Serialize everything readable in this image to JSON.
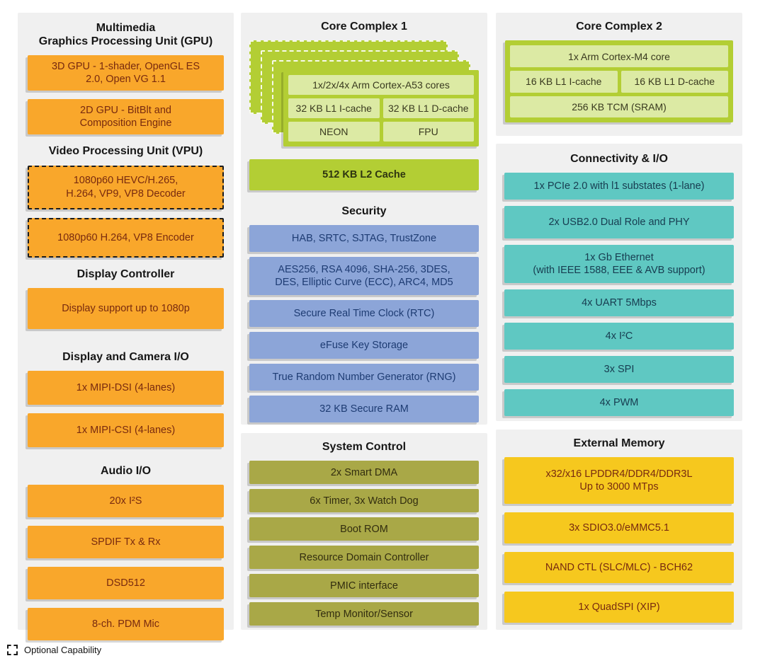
{
  "colors": {
    "orange": "#F9A72B",
    "yellow": "#F6C81E",
    "blue": "#8CA5D8",
    "teal": "#5FC8C2",
    "olive": "#A9A847",
    "chartreuse": "#B3CE34",
    "chartreuse_light": "#DCEAA4",
    "panel_bg": "#F0F0F0",
    "orange_text": "#782A0F",
    "blue_text": "#1E3C73",
    "teal_text": "#173C50"
  },
  "left": {
    "gpu_title": "Multimedia\nGraphics Processing Unit (GPU)",
    "gpu_blocks": [
      "3D GPU - 1-shader, OpenGL ES\n2.0, Open VG 1.1",
      "2D GPU - BitBlt and\nComposition Engine"
    ],
    "vpu_title": "Video Processing Unit (VPU)",
    "vpu_blocks": [
      "1080p60 HEVC/H.265,\nH.264, VP9, VP8 Decoder",
      "1080p60 H.264, VP8 Encoder"
    ],
    "display_ctrl_title": "Display Controller",
    "display_ctrl_blocks": [
      "Display support up to 1080p"
    ],
    "display_cam_title": "Display and Camera I/O",
    "display_cam_blocks": [
      "1x MIPI-DSI (4-lanes)",
      "1x MIPI-CSI (4-lanes)"
    ],
    "audio_title": "Audio I/O",
    "audio_blocks": [
      "20x I²S",
      "SPDIF Tx & Rx",
      "DSD512",
      "8-ch. PDM Mic"
    ]
  },
  "middle": {
    "cc1_title": "Core Complex 1",
    "cc1_core": "1x/2x/4x Arm Cortex-A53 cores",
    "cc1_icache": "32 KB L1 I-cache",
    "cc1_dcache": "32 KB L1 D-cache",
    "cc1_neon": "NEON",
    "cc1_fpu": "FPU",
    "l2_cache": "512 KB L2 Cache",
    "security_title": "Security",
    "security_blocks": [
      "HAB, SRTC, SJTAG, TrustZone",
      "AES256, RSA 4096, SHA-256, 3DES,\nDES, Elliptic Curve (ECC), ARC4, MD5",
      "Secure Real Time Clock (RTC)",
      "eFuse Key Storage",
      "True Random Number Generator (RNG)",
      "32 KB Secure RAM"
    ],
    "sysctrl_title": "System Control",
    "sysctrl_blocks": [
      "2x Smart DMA",
      "6x Timer, 3x Watch Dog",
      "Boot ROM",
      "Resource Domain Controller",
      "PMIC interface",
      "Temp Monitor/Sensor"
    ]
  },
  "right": {
    "cc2_title": "Core Complex 2",
    "cc2_core": "1x Arm Cortex-M4 core",
    "cc2_icache": "16 KB L1 I-cache",
    "cc2_dcache": "16 KB L1 D-cache",
    "cc2_tcm": "256 KB TCM (SRAM)",
    "conn_title": "Connectivity & I/O",
    "conn_blocks": [
      "1x PCIe 2.0 with l1 substates (1-lane)",
      "2x USB2.0 Dual Role and PHY",
      "1x Gb Ethernet\n(with IEEE 1588, EEE & AVB support)",
      "4x UART 5Mbps",
      "4x I²C",
      "3x SPI",
      "4x PWM"
    ],
    "mem_title": "External Memory",
    "mem_blocks": [
      "x32/x16 LPDDR4/DDR4/DDR3L\nUp to 3000 MTps",
      "3x SDIO3.0/eMMC5.1",
      "NAND CTL (SLC/MLC) - BCH62",
      "1x QuadSPI (XIP)"
    ]
  },
  "legend": {
    "label": "Optional Capability"
  }
}
